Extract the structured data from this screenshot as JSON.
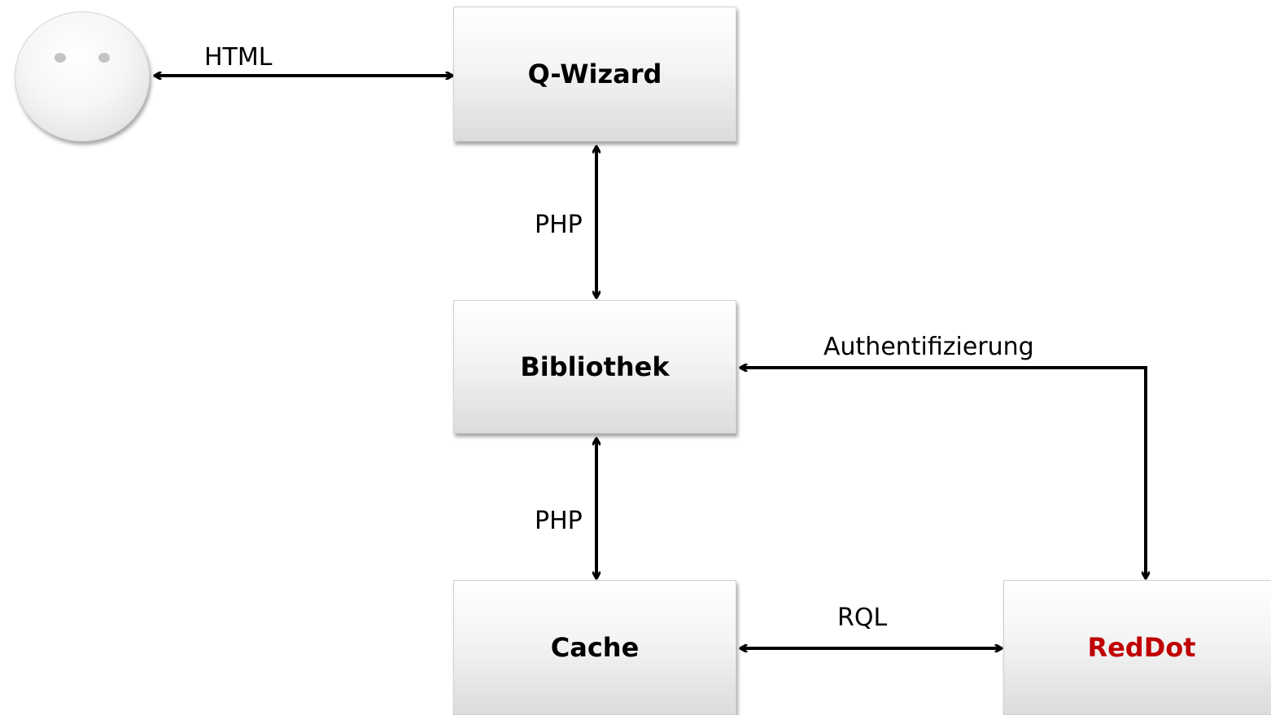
{
  "nodes": {
    "qwizard": {
      "label": "Q-Wizard",
      "color": "#000000"
    },
    "bibliothek": {
      "label": "Bibliothek",
      "color": "#000000"
    },
    "cache": {
      "label": "Cache",
      "color": "#000000"
    },
    "reddot": {
      "label": "RedDot",
      "color": "#c00000"
    }
  },
  "edges": {
    "user_qwizard": {
      "label": "HTML"
    },
    "qwizard_bibliothek": {
      "label": "PHP"
    },
    "bibliothek_cache": {
      "label": "PHP"
    },
    "reddot_bibliothek": {
      "label": "Authentifizierung"
    },
    "cache_reddot": {
      "label": "RQL"
    }
  },
  "user": {
    "icon": "user-face-icon"
  }
}
